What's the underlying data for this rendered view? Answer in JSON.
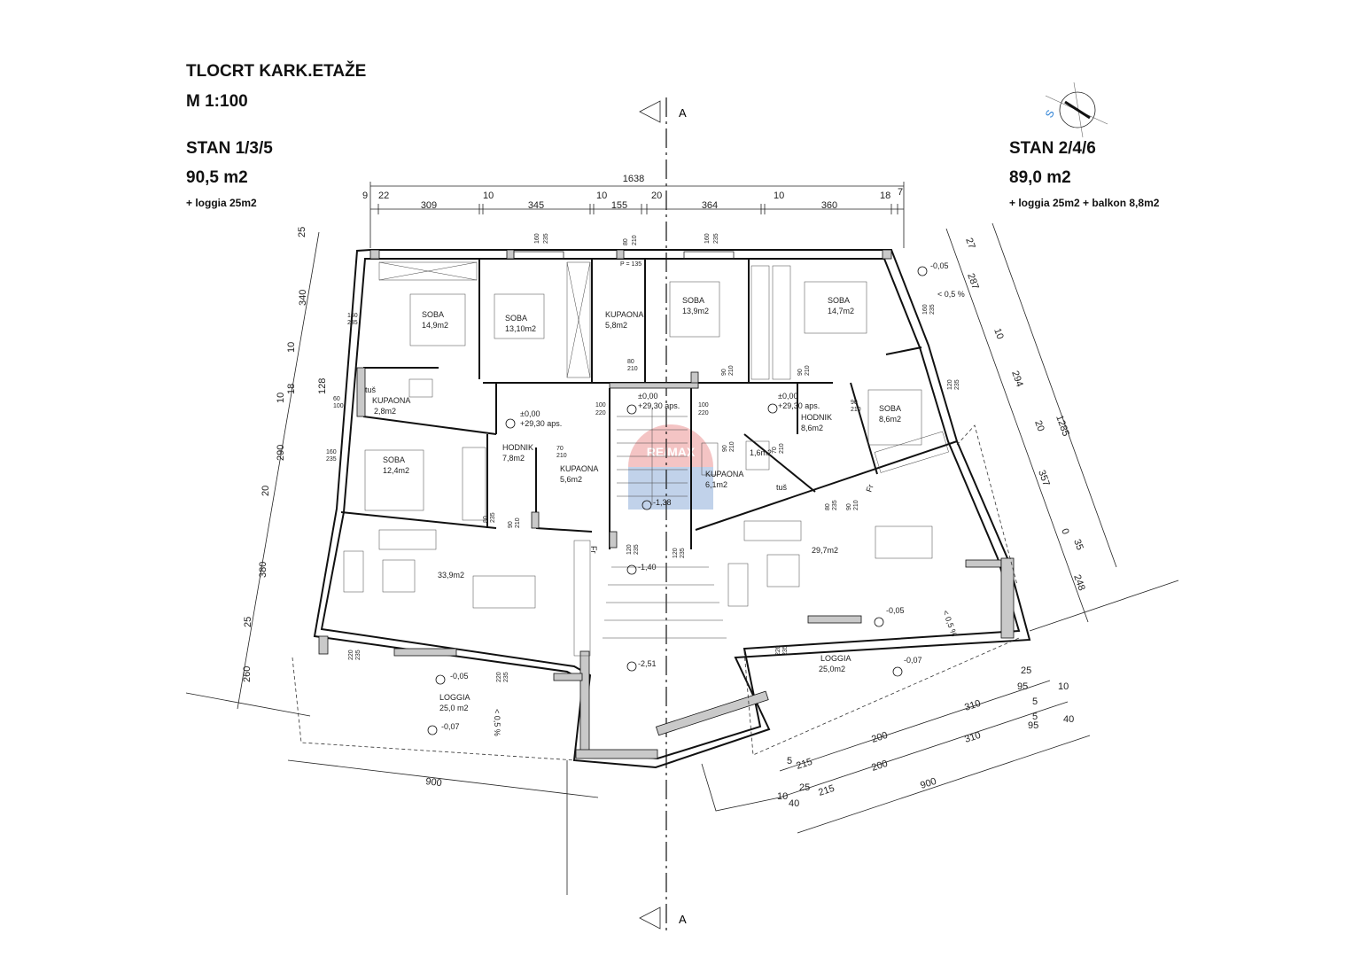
{
  "header_left": {
    "title": "TLOCRT KARK.ETAŽE",
    "scale": "M 1:100",
    "unit_name": "STAN 1/3/5",
    "area": "90,5 m2",
    "extra": "+ loggia 25m2"
  },
  "header_right": {
    "unit_name": "STAN 2/4/6",
    "area": "89,0 m2",
    "extra": "+ loggia 25m2 + balkon 8,8m2"
  },
  "section_marker": "A",
  "compass_label": "S",
  "watermark": "RE/MAX",
  "dims": {
    "total": "1638",
    "top": [
      "9",
      "22",
      "309",
      "10",
      "345",
      "10",
      "155",
      "20",
      "364",
      "10",
      "360",
      "18",
      "7"
    ],
    "left": [
      "25",
      "340",
      "10",
      "128",
      "18",
      "10",
      "290",
      "20",
      "380",
      "25",
      "260"
    ],
    "right": [
      "27",
      "287",
      "10",
      "294",
      "20",
      "357",
      "0",
      "35",
      "248",
      "1285"
    ],
    "bottom_left": "900",
    "bottom_right": [
      "25",
      "95",
      "10",
      "310",
      "5",
      "200",
      "5",
      "40",
      "310",
      "95",
      "215",
      "200",
      "5",
      "25",
      "10",
      "40",
      "215",
      "900"
    ],
    "window": [
      "160",
      "235",
      "80",
      "210",
      "90",
      "120",
      "100",
      "220",
      "60",
      "70",
      "P = 135"
    ]
  },
  "rooms": [
    {
      "name": "SOBA",
      "area": "14,9m2"
    },
    {
      "name": "SOBA",
      "area": "13,10m2"
    },
    {
      "name": "KUPAONA",
      "area": "5,8m2"
    },
    {
      "name": "SOBA",
      "area": "13,9m2"
    },
    {
      "name": "SOBA",
      "area": "14,7m2"
    },
    {
      "name": "KUPAONA",
      "area": "2,8m2"
    },
    {
      "name": "tuš",
      "area": ""
    },
    {
      "name": "HODNIK",
      "area": "7,8m2"
    },
    {
      "name": "KUPAONA",
      "area": "5,6m2"
    },
    {
      "name": "SOBA",
      "area": "12,4m2"
    },
    {
      "name": "KUPAONA",
      "area": "6,1m2"
    },
    {
      "name": "",
      "area": "1,6m2"
    },
    {
      "name": "tuš",
      "area": ""
    },
    {
      "name": "HODNIK",
      "area": "8,6m2"
    },
    {
      "name": "SOBA",
      "area": "8,6m2"
    },
    {
      "name": "",
      "area": "33,9m2"
    },
    {
      "name": "",
      "area": "29,7m2"
    },
    {
      "name": "LOGGIA",
      "area": "25,0 m2"
    },
    {
      "name": "LOGGIA",
      "area": "25,0m2"
    }
  ],
  "levels": {
    "entry_a": "±0,00",
    "entry_a_abs": "+29,30 aps.",
    "entry_b": "±0,00",
    "entry_b_abs": "+29,30 aps.",
    "stair": "±0,00",
    "stair_abs": "+29,30 aps.",
    "m105": "-0,05",
    "m107": "-0,07",
    "m138": "-1,38",
    "m140": "-1,40",
    "m251": "-2,51",
    "slope": "< 0,5 %"
  },
  "fr_label": "Fr"
}
